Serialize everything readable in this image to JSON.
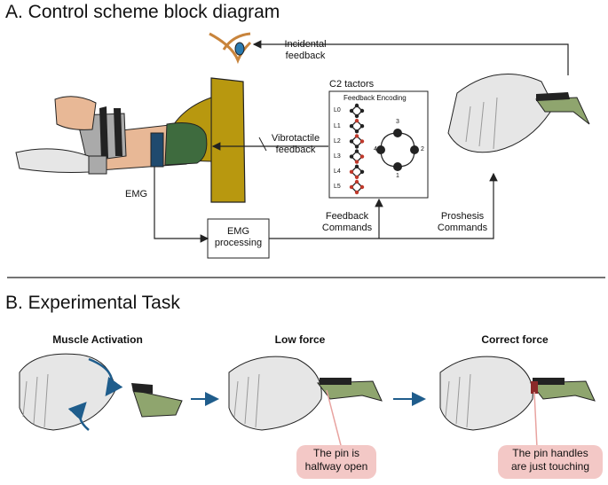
{
  "sections": {
    "a_title": "A. Control scheme block diagram",
    "b_title": "B. Experimental Task"
  },
  "diagram": {
    "incidental_feedback": [
      "Incidental",
      "feedback"
    ],
    "vibrotactile_feedback": [
      "Vibrotactile",
      "feedback"
    ],
    "emg_label": "EMG",
    "emg_processing": [
      "EMG",
      "processing"
    ],
    "feedback_commands": [
      "Feedback",
      "Commands"
    ],
    "prosthesis_commands": [
      "Proshesis",
      "Commands"
    ],
    "c2_tactors": "C2 tactors",
    "feedback_encoding": "Feedback Encoding",
    "levels": [
      "L0",
      "L1",
      "L2",
      "L3",
      "L4",
      "L5"
    ],
    "tactor_numbers": [
      "3",
      "4",
      "2",
      "1"
    ]
  },
  "task": {
    "steps": [
      {
        "title": "Muscle Activation"
      },
      {
        "title": "Low force",
        "callout": [
          "The pin is",
          "halfway open"
        ]
      },
      {
        "title": "Correct force",
        "callout": [
          "The pin handles",
          "are just touching"
        ]
      }
    ]
  },
  "colors": {
    "flow_blue": "#1f5d8c",
    "callout_pink": "#f3c8c6",
    "shirt": "#b8980f",
    "armband": "#3e6b3e",
    "clip_green": "#8fa56e",
    "active_red": "#c0392b"
  }
}
